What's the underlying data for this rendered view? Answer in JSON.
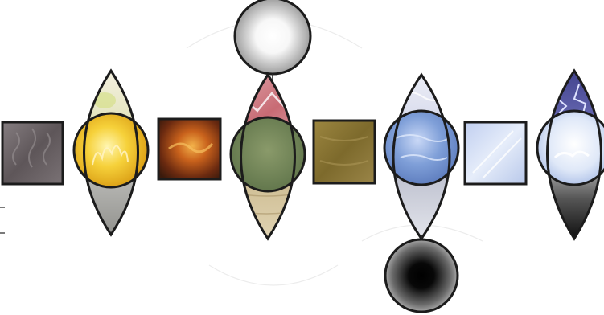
{
  "scene": {
    "background": "#ffffff",
    "ink_color": "#1c1c1c",
    "palette": {
      "grey_stone": "#6e6668",
      "fire_yellow": "#f2c229",
      "fire_orange": "#b8501a",
      "steam_pink": "#c97078",
      "moss_green": "#6f8458",
      "sand": "#b9a67a",
      "olive": "#8a7634",
      "water_blue": "#7f9fd8",
      "ice_blue": "#c8d6f0",
      "storm_violet": "#5a5ba8",
      "void_black": "#0a0a0a",
      "light_white": "#ffffff"
    },
    "shapes": [
      {
        "kind": "square",
        "material": "grey-stone"
      },
      {
        "kind": "lens",
        "upper": "pale-yellow-light",
        "middle": "fire-orb",
        "lower": "grey-mist"
      },
      {
        "kind": "square",
        "material": "molten-fire"
      },
      {
        "kind": "lens",
        "upper": "red-steam",
        "middle": "green-earth-orb",
        "lower": "sand"
      },
      {
        "kind": "square",
        "material": "olive-mud"
      },
      {
        "kind": "lens",
        "upper": "pale-lilac",
        "middle": "water-orb",
        "lower": "silver-frost"
      },
      {
        "kind": "square",
        "material": "ice"
      },
      {
        "kind": "lens",
        "upper": "lightning-storm",
        "middle": "cloud-orb",
        "lower": "shadow"
      },
      {
        "kind": "circle",
        "material": "white-light"
      },
      {
        "kind": "circle",
        "material": "black-void"
      }
    ]
  }
}
